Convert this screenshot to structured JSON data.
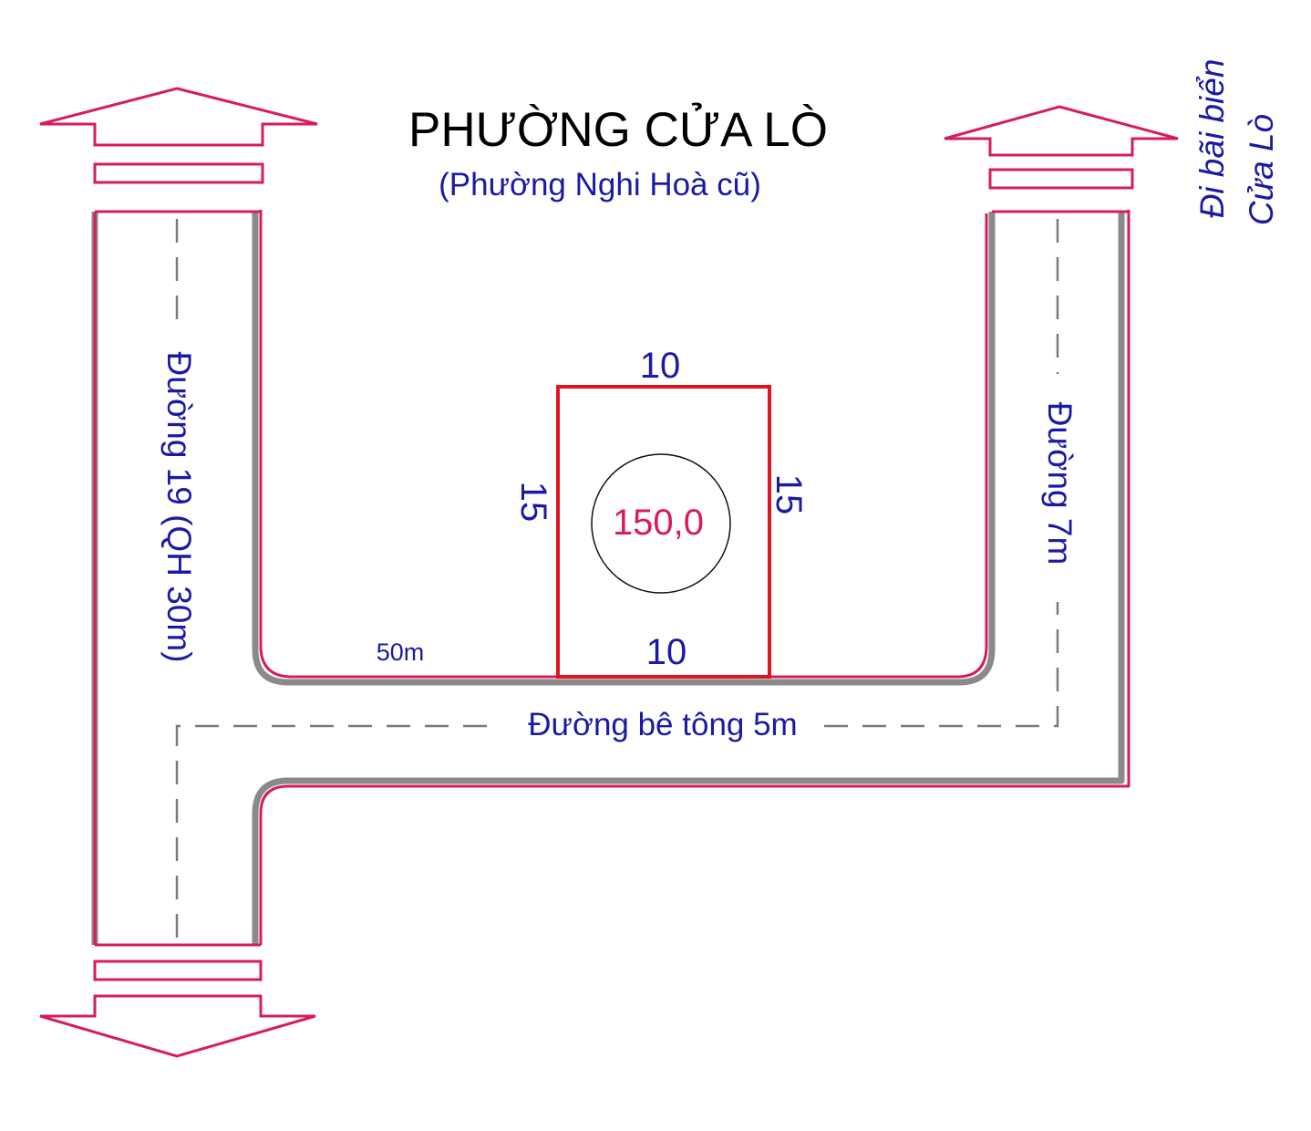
{
  "title": "PHƯỜNG CỬA LÒ",
  "subtitle": "(Phường Nghi Hoà cũ)",
  "direction_note": [
    "Đi bãi biển",
    "Cửa Lò"
  ],
  "roads": {
    "left": "Đường 19 (QH 30m)",
    "right": "Đường 7m",
    "bottom": "Đường bê tông 5m",
    "distance": "50m"
  },
  "lot": {
    "top": "10",
    "bottom": "10",
    "left": "15",
    "right": "15",
    "area": "150,0"
  },
  "colors": {
    "road_border": "#d81b60",
    "road_shadow": "#8a8a8a",
    "lot_border": "#e0141e",
    "label": "#1a1aa6",
    "area_text": "#d81b60",
    "title_text": "#000000"
  }
}
